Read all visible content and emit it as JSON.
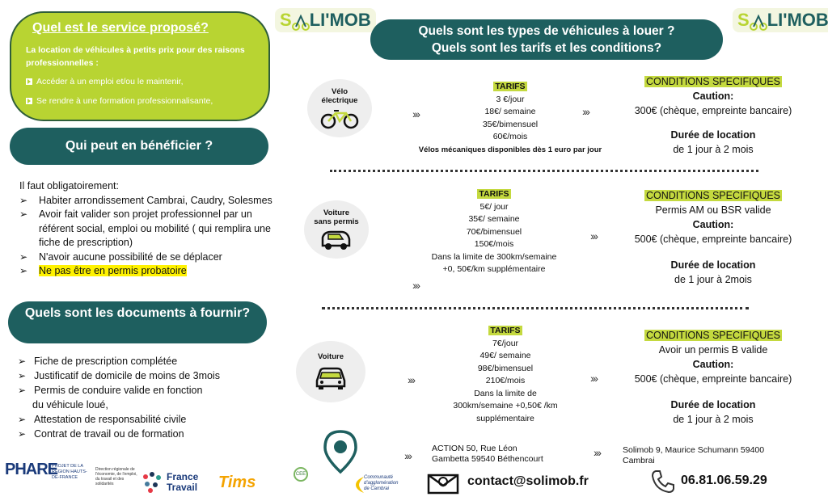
{
  "service": {
    "title": "Quel est le  service proposé?",
    "intro": "La location de véhicules à petits prix pour des raisons professionnelles :",
    "items": [
      "Accéder à un emploi et/ou le maintenir,",
      "Se rendre à une formation professionnalisante,"
    ]
  },
  "beneficiaries": {
    "title": "Qui peut en bénéficier ?",
    "intro": "Il faut obligatoirement:",
    "items": [
      "Habiter arrondissement Cambrai, Caudry, Solesmes",
      "Avoir fait valider son projet professionnel  par un référent social, emploi ou mobilité  ( qui remplira une fiche de prescription)",
      "N'avoir aucune possibilité de se déplacer",
      "Ne pas être en permis probatoire"
    ]
  },
  "documents": {
    "title": "Quels sont les documents à fournir?",
    "items": [
      "Fiche de prescription complétée",
      "Justificatif de domicile de moins de 3mois",
      "Permis de conduire valide en fonction",
      "du véhicule loué,",
      "Attestation de responsabilité civile",
      "Contrat de travail ou de formation"
    ]
  },
  "brand": {
    "name_s": "S",
    "name_rest": "LI'MOB",
    "accent": "#b8d432",
    "primary": "#1e5f5f"
  },
  "heading": {
    "line1": "Quels sont les types de véhicules à louer ?",
    "line2": "Quels sont les tarifs et les conditions?"
  },
  "vehicles": [
    {
      "label_line1": "Vélo",
      "label_line2": "électrique",
      "icon": "bicycle-icon",
      "tarifs_label": "TARIFS",
      "tarifs": [
        "3 €/jour",
        "18€/ semaine",
        "35€/bimensuel",
        "60€/mois"
      ],
      "note": "Vélos mécaniques disponibles dès 1 euro par jour",
      "cond_label": "CONDITIONS SPECIFIQUES",
      "cond_lines": [],
      "caution_label": "Caution:",
      "caution": "300€ (chèque, empreinte bancaire)",
      "duree_label": "Durée de location",
      "duree": "de 1 jour à 2 mois"
    },
    {
      "label_line1": "Voiture",
      "label_line2": "sans permis",
      "icon": "small-car-icon",
      "tarifs_label": "TARIFS",
      "tarifs": [
        "5€/ jour",
        "35€/ semaine",
        "70€/bimensuel",
        "150€/mois",
        "Dans la limite de 300km/semaine",
        "+0, 50€/km supplémentaire"
      ],
      "cond_label": "CONDITIONS SPECIFIQUES",
      "cond_lines": [
        "Permis AM ou BSR valide"
      ],
      "caution_label": "Caution:",
      "caution": "500€ (chèque, empreinte bancaire)",
      "duree_label": "Durée de location",
      "duree": "de 1 jour à 2mois"
    },
    {
      "label_line1": "Voiture",
      "label_line2": "",
      "icon": "car-icon",
      "tarifs_label": "TARIFS",
      "tarifs": [
        "7€/jour",
        "49€/ semaine",
        "98€/bimensuel",
        "210€/mois",
        "Dans la limite de",
        "300km/semaine +0,50€ /km",
        "supplémentaire"
      ],
      "cond_label": "CONDITIONS SPECIFIQUES",
      "cond_lines": [
        "Avoir un permis B valide"
      ],
      "caution_label": "Caution:",
      "caution": "500€ (chèque, empreinte bancaire)",
      "duree_label": "Durée de location",
      "duree": "de 1 jour à 2 mois"
    }
  ],
  "footer": {
    "address1_line1": "ACTION 50, Rue Léon",
    "address1_line2": "Gambetta 59540 Béthencourt",
    "address2_line1": "Solimob 9,  Maurice Schumann 59400",
    "address2_line2": "Cambrai",
    "email": "contact@solimob.fr",
    "phone": "06.81.06.59.29"
  },
  "partners": {
    "phare": "PHARE",
    "region": "PROJET DE LA RÉGION HAUTS-DE-FRANCE",
    "direction": "Direction régionale de l'économie, de l'emploi, du travail et des solidarités",
    "france_travail_1": "France",
    "france_travail_2": "Travail",
    "tims": "Tims",
    "cee": "CEE",
    "agglo_1": "Communauté",
    "agglo_2": "d'agglomération",
    "agglo_3": "de Cambrai"
  }
}
